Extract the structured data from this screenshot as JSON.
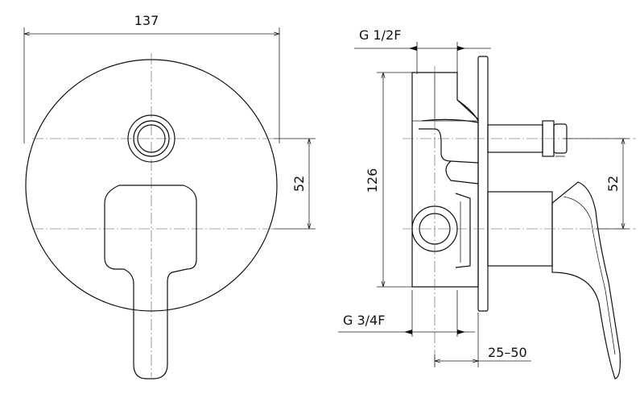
{
  "dimensions": {
    "diameter": "137",
    "front_spacing": "52",
    "side_height": "126",
    "side_spacing": "52",
    "outlet_thread": "G 1/2F",
    "inlet_thread": "G 3/4F",
    "depth_range": "25–50"
  }
}
